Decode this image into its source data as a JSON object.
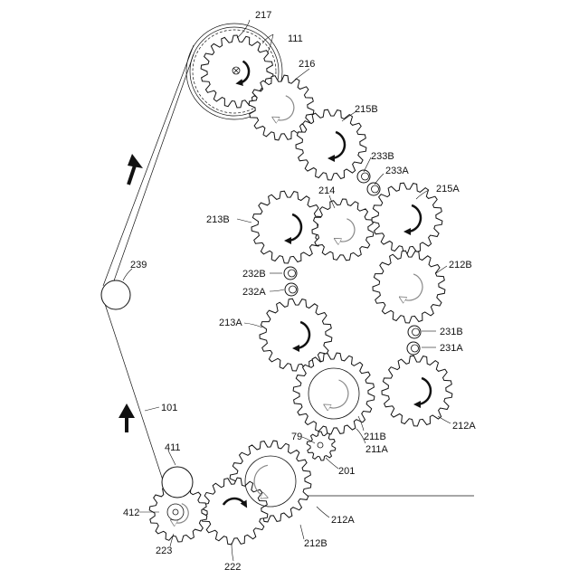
{
  "labels": {
    "l217": "217",
    "l111": "111",
    "l216": "216",
    "l215B": "215B",
    "l233B": "233B",
    "l233A": "233A",
    "l215A": "215A",
    "l214": "214",
    "l213B": "213B",
    "l239": "239",
    "l212B_right": "212B",
    "l232B": "232B",
    "l232A": "232A",
    "l213A": "213A",
    "l231B": "231B",
    "l231A": "231A",
    "l101": "101",
    "l211B": "211B",
    "l211A": "211A",
    "l212A_right": "212A",
    "l79": "79",
    "l411": "411",
    "l201": "201",
    "l412": "412",
    "l212A_bottom": "212A",
    "l212B_bottom": "212B",
    "l223": "223",
    "l222": "222"
  }
}
